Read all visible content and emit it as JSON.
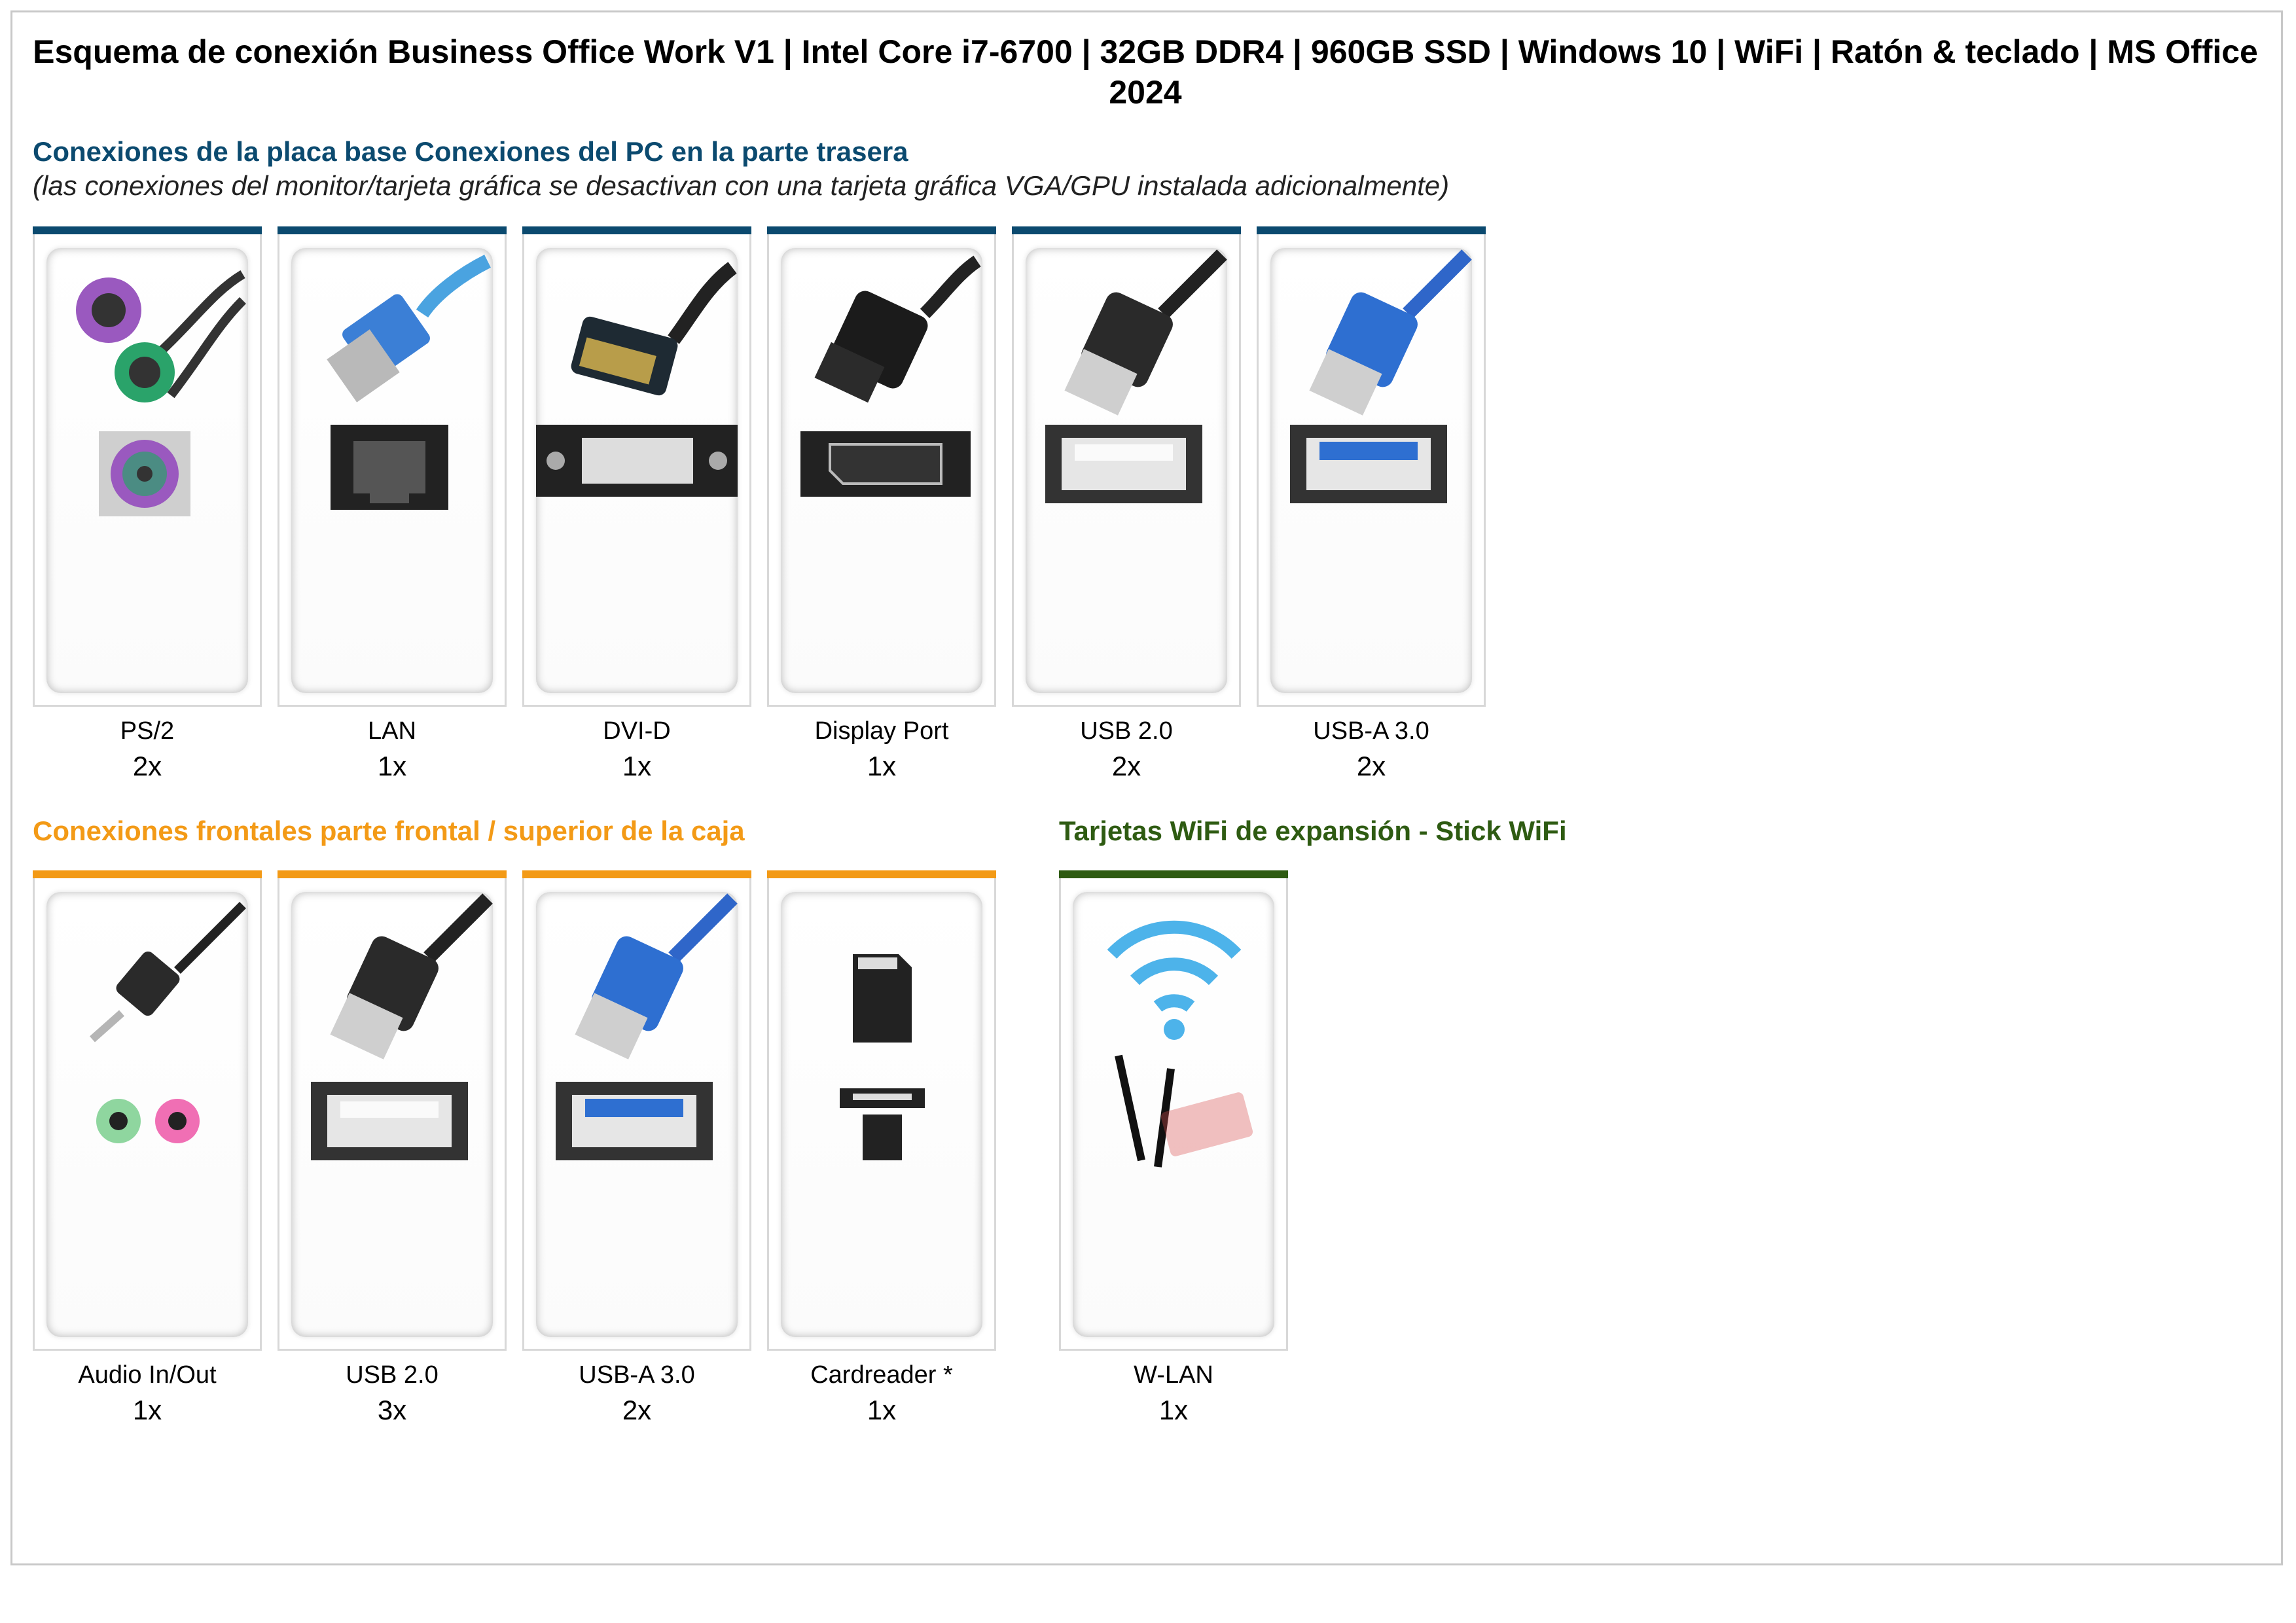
{
  "title": "Esquema de conexión Business Office Work V1 | Intel Core i7-6700 | 32GB DDR4 | 960GB SSD | Windows 10 | WiFi | Ratón & teclado | MS Office 2024",
  "colors": {
    "rear": "#0b4a6f",
    "front": "#f39a16",
    "wifi": "#2e5b12"
  },
  "rear": {
    "title": "Conexiones de la placa base Conexiones del PC en la parte trasera",
    "subtitle": "(las conexiones del monitor/tarjeta gráfica se desactivan con una tarjeta gráfica VGA/GPU instalada adicionalmente)",
    "items": [
      {
        "label": "PS/2",
        "count": "2x",
        "icon": "ps2-icon"
      },
      {
        "label": "LAN",
        "count": "1x",
        "icon": "lan-icon"
      },
      {
        "label": "DVI-D",
        "count": "1x",
        "icon": "dvi-icon"
      },
      {
        "label": "Display Port",
        "count": "1x",
        "icon": "displayport-icon"
      },
      {
        "label": "USB 2.0",
        "count": "2x",
        "icon": "usb2-icon"
      },
      {
        "label": "USB-A 3.0",
        "count": "2x",
        "icon": "usb3-icon"
      }
    ]
  },
  "front": {
    "title": "Conexiones frontales parte frontal / superior de la caja",
    "items": [
      {
        "label": "Audio In/Out",
        "count": "1x",
        "icon": "audio-icon"
      },
      {
        "label": "USB 2.0",
        "count": "3x",
        "icon": "usb2-icon"
      },
      {
        "label": "USB-A 3.0",
        "count": "2x",
        "icon": "usb3-icon"
      },
      {
        "label": "Cardreader *",
        "count": "1x",
        "icon": "sdcard-icon"
      }
    ]
  },
  "wifi": {
    "title": "Tarjetas WiFi de expansión - Stick WiFi",
    "items": [
      {
        "label": "W-LAN",
        "count": "1x",
        "icon": "wifi-icon"
      }
    ]
  }
}
